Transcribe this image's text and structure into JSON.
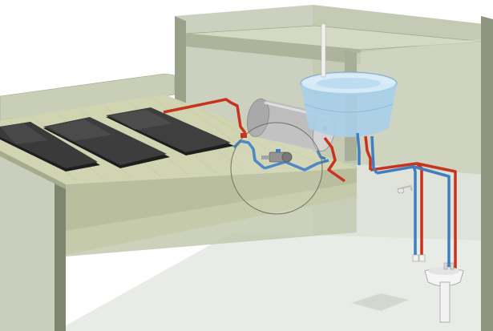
{
  "diagram": {
    "subject": "solar-water-heating-system",
    "text_labels": [],
    "colors": {
      "hot_pipe": "#c8331f",
      "cold_pipe": "#3f7fc0",
      "wall_face": "#c6ccb8",
      "wall_front": "#b3b9a3",
      "wall_dark": "#8e957e",
      "slab": "#cfd3b3",
      "roof_deck": "#c5cba3",
      "panel_dark": "#2a2a2a",
      "tank_body": "#c9c9c9",
      "water_tank": "#a9cfe8",
      "floor": "#e8ebe6"
    },
    "components": [
      {
        "id": "solar-collector-1",
        "kind": "collector"
      },
      {
        "id": "solar-collector-2",
        "kind": "collector"
      },
      {
        "id": "solar-collector-3",
        "kind": "collector"
      },
      {
        "id": "hot-water-storage-tank",
        "kind": "boiler"
      },
      {
        "id": "cold-water-reservoir",
        "kind": "tank"
      },
      {
        "id": "circulation-pump",
        "kind": "pump"
      },
      {
        "id": "wash-basin",
        "kind": "fixture"
      },
      {
        "id": "shower-head",
        "kind": "fixture"
      }
    ]
  }
}
